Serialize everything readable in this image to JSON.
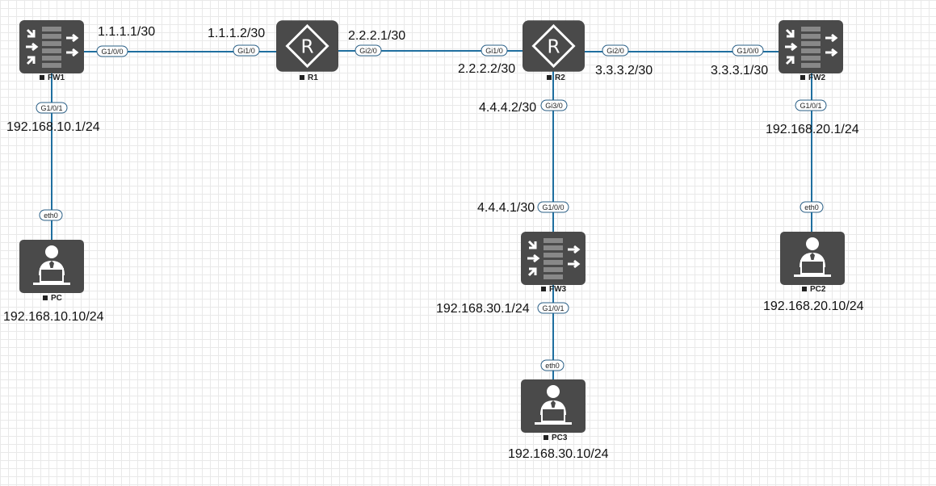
{
  "devices": {
    "fw1": {
      "name": "FW1",
      "type": "firewall-icon"
    },
    "r1": {
      "name": "R1",
      "type": "router-icon"
    },
    "r2": {
      "name": "R2",
      "type": "router-icon"
    },
    "fw2": {
      "name": "FW2",
      "type": "firewall-icon"
    },
    "fw3": {
      "name": "FW3",
      "type": "firewall-icon"
    },
    "pc": {
      "name": "PC",
      "type": "pc-icon"
    },
    "pc2": {
      "name": "PC2",
      "type": "pc-icon"
    },
    "pc3": {
      "name": "PC3",
      "type": "pc-icon"
    }
  },
  "ports": {
    "fw1_up": "G1/0/0",
    "fw1_down": "G1/0/1",
    "r1_left": "Gi1/0",
    "r1_right": "Gi2/0",
    "r2_left": "Gi1/0",
    "r2_right": "Gi2/0",
    "r2_down": "Gi3/0",
    "fw2_left": "G1/0/0",
    "fw2_down": "G1/0/1",
    "fw3_up": "G1/0/0",
    "fw3_down": "G1/0/1",
    "pc_eth": "eth0",
    "pc2_eth": "eth0",
    "pc3_eth": "eth0"
  },
  "addresses": {
    "fw1_up": "1.1.1.1/30",
    "r1_left": "1.1.1.2/30",
    "r1_right": "2.2.2.1/30",
    "r2_left": "2.2.2.2/30",
    "r2_right": "3.3.3.2/30",
    "fw2_left": "3.3.3.1/30",
    "fw1_lan": "192.168.10.1/24",
    "pc_ip": "192.168.10.10/24",
    "fw2_lan": "192.168.20.1/24",
    "pc2_ip": "192.168.20.10/24",
    "r2_down": "4.4.4.2/30",
    "fw3_up": "4.4.4.1/30",
    "fw3_lan": "192.168.30.1/24",
    "pc3_ip": "192.168.30.10/24"
  },
  "colors": {
    "link": "#1f6f9f",
    "device_bg": "#4a4a4a",
    "device_fg": "#ffffff",
    "grid": "#e9e9e9"
  }
}
